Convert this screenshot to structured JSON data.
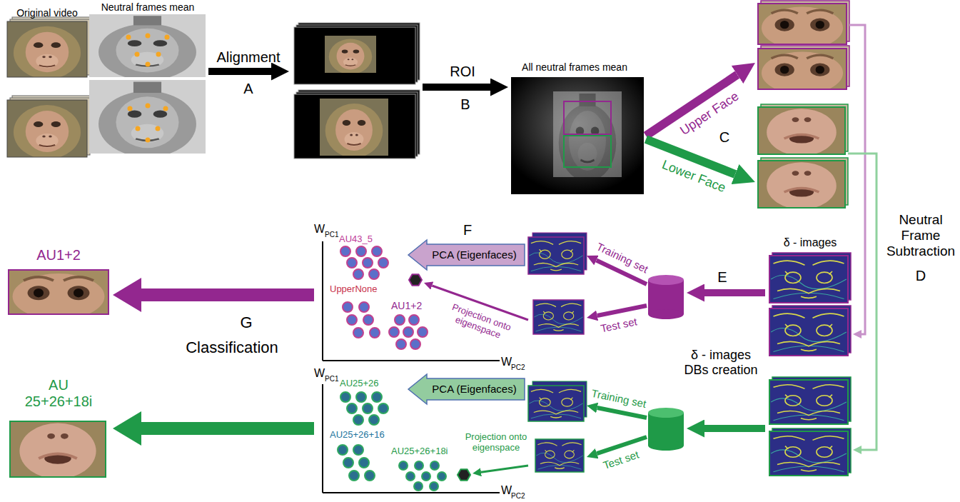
{
  "diagram": {
    "nodes": [
      {
        "text": [
          "Original video"
        ]
      },
      {
        "text": [
          "Neutral frames mean"
        ]
      },
      {
        "text": [
          "All neutral frames mean"
        ]
      },
      {
        "text": [
          "PCA (Eigenfaces)"
        ]
      },
      {
        "text": [
          "W",
          "PC1",
          "W",
          "PC2",
          "AU43_5",
          "UpperNone",
          "AU1+2"
        ]
      },
      {
        "text": [
          "AU1+2"
        ]
      },
      {
        "text": [
          "PCA (Eigenfaces)"
        ]
      },
      {
        "text": [
          "W",
          "PC1",
          "W",
          "PC2",
          "AU25+26",
          "AU25+26+16",
          "AU25+26+18i"
        ]
      },
      {
        "text": [
          "AU 25+26+18i"
        ]
      }
    ],
    "edges": [
      {
        "from": 4,
        "to": 5,
        "arrow": "to"
      },
      {
        "from": 7,
        "to": 8,
        "arrow": "to"
      }
    ],
    "labels": [
      "Alignment",
      "A",
      "ROI",
      "B",
      "Upper Face",
      "Lower Face",
      "C",
      "Neutral Frame Subtraction",
      "D",
      "δ - images",
      "E",
      "δ - images DBs creation",
      "Training set",
      "Test set",
      "F",
      "Projection onto eigenspace",
      "Training set",
      "Test set",
      "Projection onto eigenspace",
      "G",
      "Classification"
    ]
  }
}
